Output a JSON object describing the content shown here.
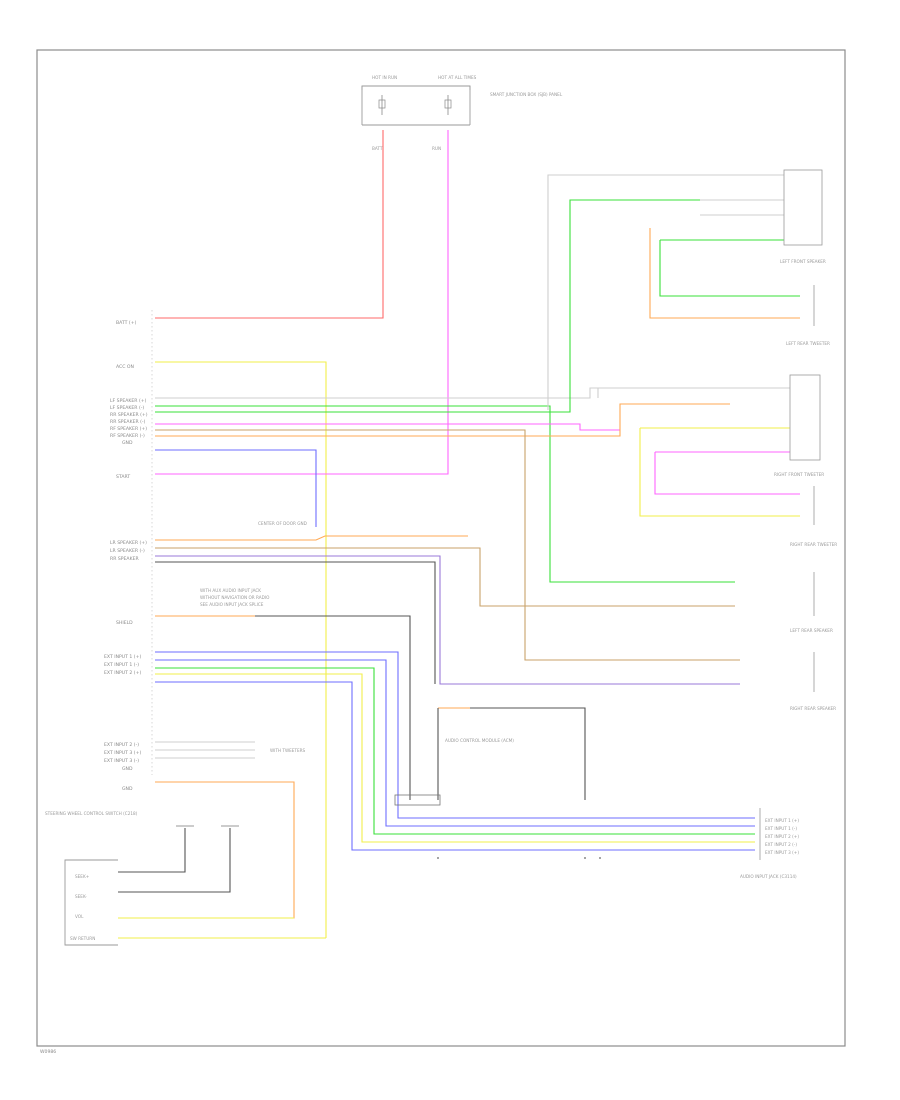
{
  "diagram": {
    "footer_code": "W0986",
    "top_fuses": [
      {
        "label": "HOT IN RUN"
      },
      {
        "label": "HOT AT ALL TIMES"
      }
    ],
    "fuse_box_label": "SMART JUNCTION BOX (SJB) PANEL",
    "top_pins": [
      "BATT",
      "RUN"
    ],
    "radio_pins": [
      "BATT (+)",
      "ACC ON",
      "LF SPEAKER (+)",
      "LF SPEAKER (-)",
      "RR SPEAKER (+)",
      "RR SPEAKER (-)",
      "RF SPEAKER (+)",
      "RF SPEAKER (-)",
      "GND",
      "START",
      "LR SPEAKER (+)",
      "LR SPEAKER (-)",
      "RR SPEAKER",
      "SHIELD",
      "EXT INPUT 1 (+)",
      "EXT INPUT 1 (-)",
      "EXT INPUT 2 (+)",
      "EXT INPUT 2 (-)",
      "EXT INPUT 3 (+)",
      "EXT INPUT 3 (-)",
      "GND",
      "GND"
    ],
    "components": [
      {
        "label": "LEFT FRONT SPEAKER"
      },
      {
        "label": "LEFT REAR TWEETER"
      },
      {
        "label": "RIGHT FRONT TWEETER"
      },
      {
        "label": "RIGHT REAR TWEETER"
      },
      {
        "label": "LEFT REAR SPEAKER"
      },
      {
        "label": "RIGHT REAR SPEAKER"
      },
      {
        "label": "AUDIO INPUT JACK (C3114)"
      },
      {
        "label": "AUDIO CONTROL MODULE (ACM)"
      },
      {
        "label": "STEERING WHEEL CONTROL SWITCH (C218)"
      },
      {
        "label": "CENTER OF DOOR GND"
      }
    ],
    "notes": [
      "WITH AUX AUDIO INPUT JACK",
      "WITHOUT NAVIGATION OR RADIO",
      "SEE AUDIO INPUT JACK SPLICE",
      "WITH TWEETERS"
    ],
    "input_jack_pins": [
      "EXT INPUT 1 (+)",
      "EXT INPUT 1 (-)",
      "EXT INPUT 2 (+)",
      "EXT INPUT 2 (-)",
      "EXT INPUT 3 (+)"
    ],
    "switch_pins": [
      "SEEK+",
      "SEEK-",
      "VOL",
      "SW RETURN"
    ],
    "colors": {
      "red": "#ff6a6a",
      "yellow": "#f2ef4a",
      "pink": "#ff66ff",
      "green": "#39e039",
      "orange": "#ffaa55",
      "tan": "#c8a26a",
      "blue": "#6e6eff",
      "purple": "#9a7ad8",
      "gray": "#9a9a9a",
      "dark": "#555555",
      "frame": "#8c8c8c"
    }
  }
}
